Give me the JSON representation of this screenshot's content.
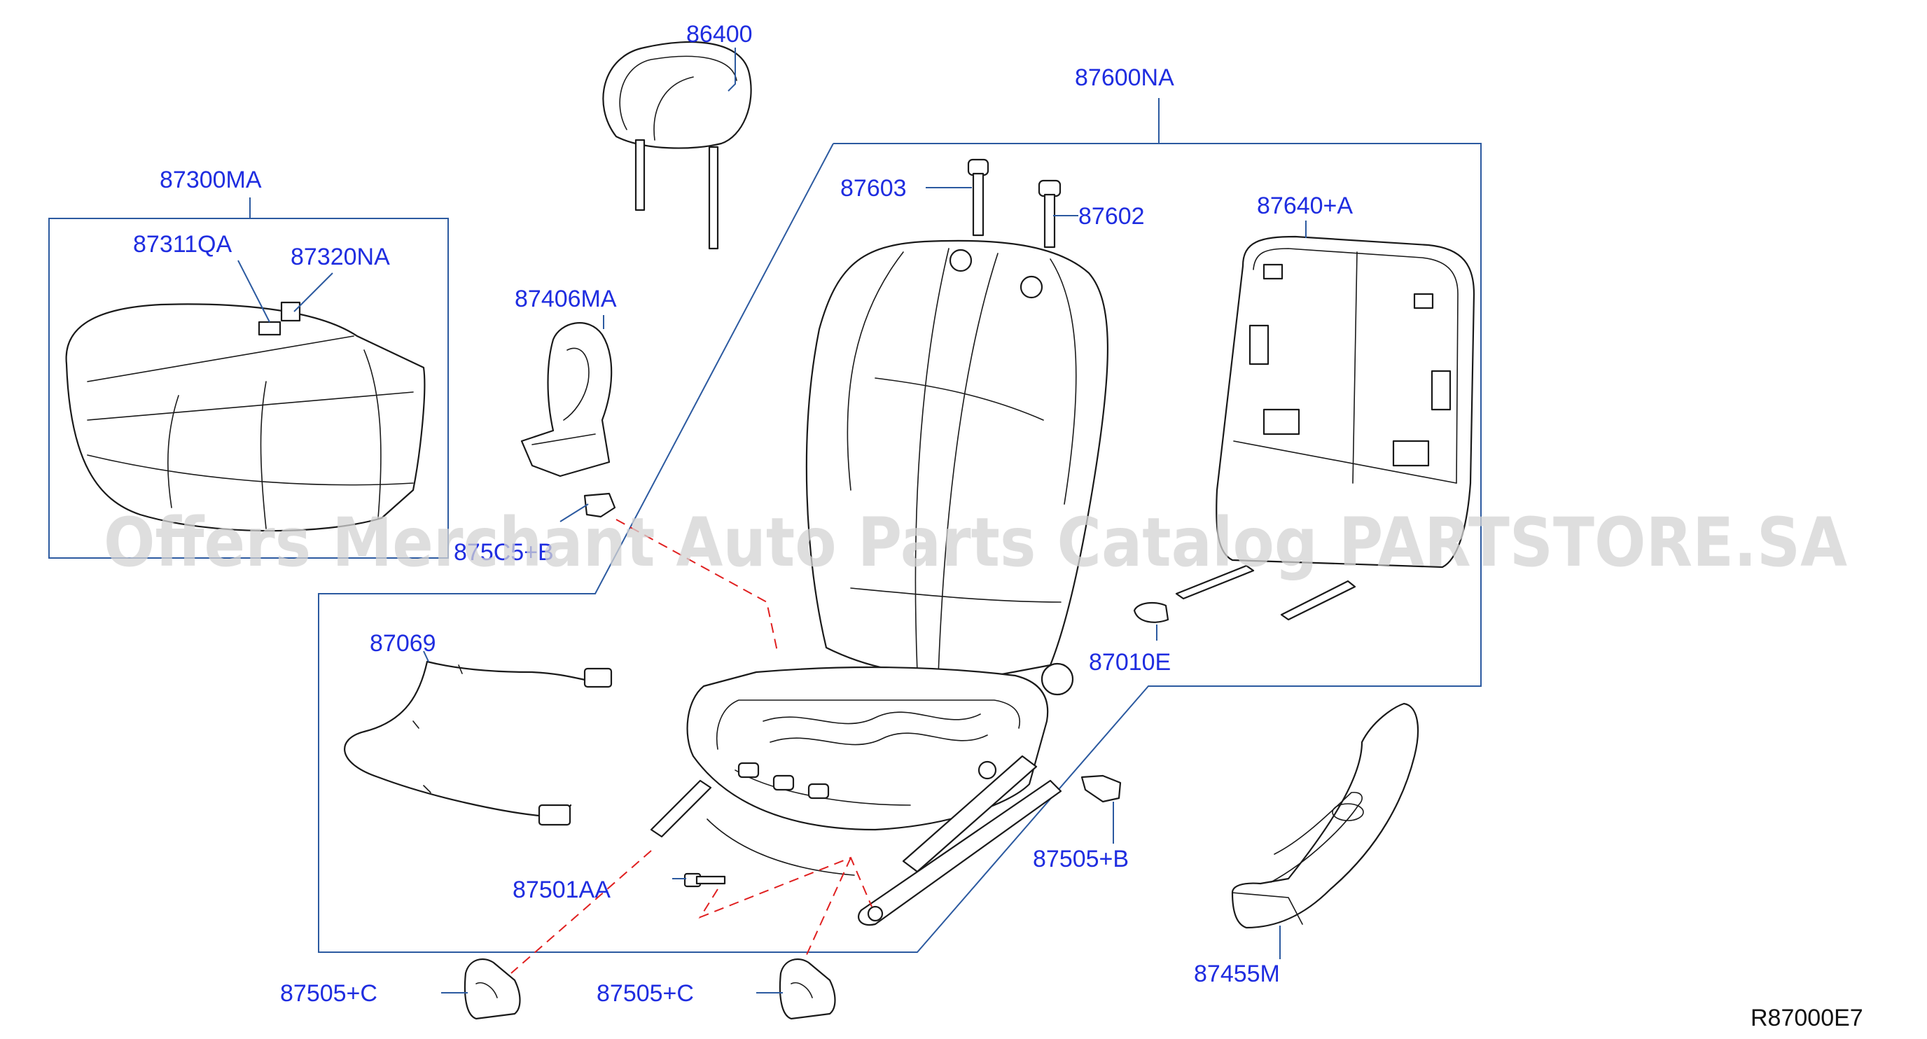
{
  "diagram": {
    "reference_code": "R87000E7",
    "watermark": "Offers Merchant Auto Parts Catalog PARTSTORE.SA",
    "parts": [
      {
        "id": "86400",
        "label": "86400",
        "name": "headrest"
      },
      {
        "id": "87600NA",
        "label": "87600NA",
        "name": "seatback-assembly"
      },
      {
        "id": "87603",
        "label": "87603",
        "name": "headrest-guide-left"
      },
      {
        "id": "87602",
        "label": "87602",
        "name": "headrest-guide-right"
      },
      {
        "id": "87640A",
        "label": "87640+A",
        "name": "seatback-frame"
      },
      {
        "id": "87300MA",
        "label": "87300MA",
        "name": "cushion-assembly"
      },
      {
        "id": "87311QA",
        "label": "87311QA",
        "name": "cushion-pad"
      },
      {
        "id": "87320NA",
        "label": "87320NA",
        "name": "cushion-trim"
      },
      {
        "id": "87406MA",
        "label": "87406MA",
        "name": "side-shield"
      },
      {
        "id": "87505B_top",
        "label": "875C5+B",
        "name": "clip-upper"
      },
      {
        "id": "87069",
        "label": "87069",
        "name": "wire-harness"
      },
      {
        "id": "87010E",
        "label": "87010E",
        "name": "knob"
      },
      {
        "id": "87505B",
        "label": "87505+B",
        "name": "clip"
      },
      {
        "id": "87501AA",
        "label": "87501AA",
        "name": "bolt"
      },
      {
        "id": "87455M",
        "label": "87455M",
        "name": "side-finisher"
      },
      {
        "id": "87505C_left",
        "label": "87505+C",
        "name": "cover-left"
      },
      {
        "id": "87505C_right",
        "label": "87505+C",
        "name": "cover-right"
      }
    ]
  }
}
